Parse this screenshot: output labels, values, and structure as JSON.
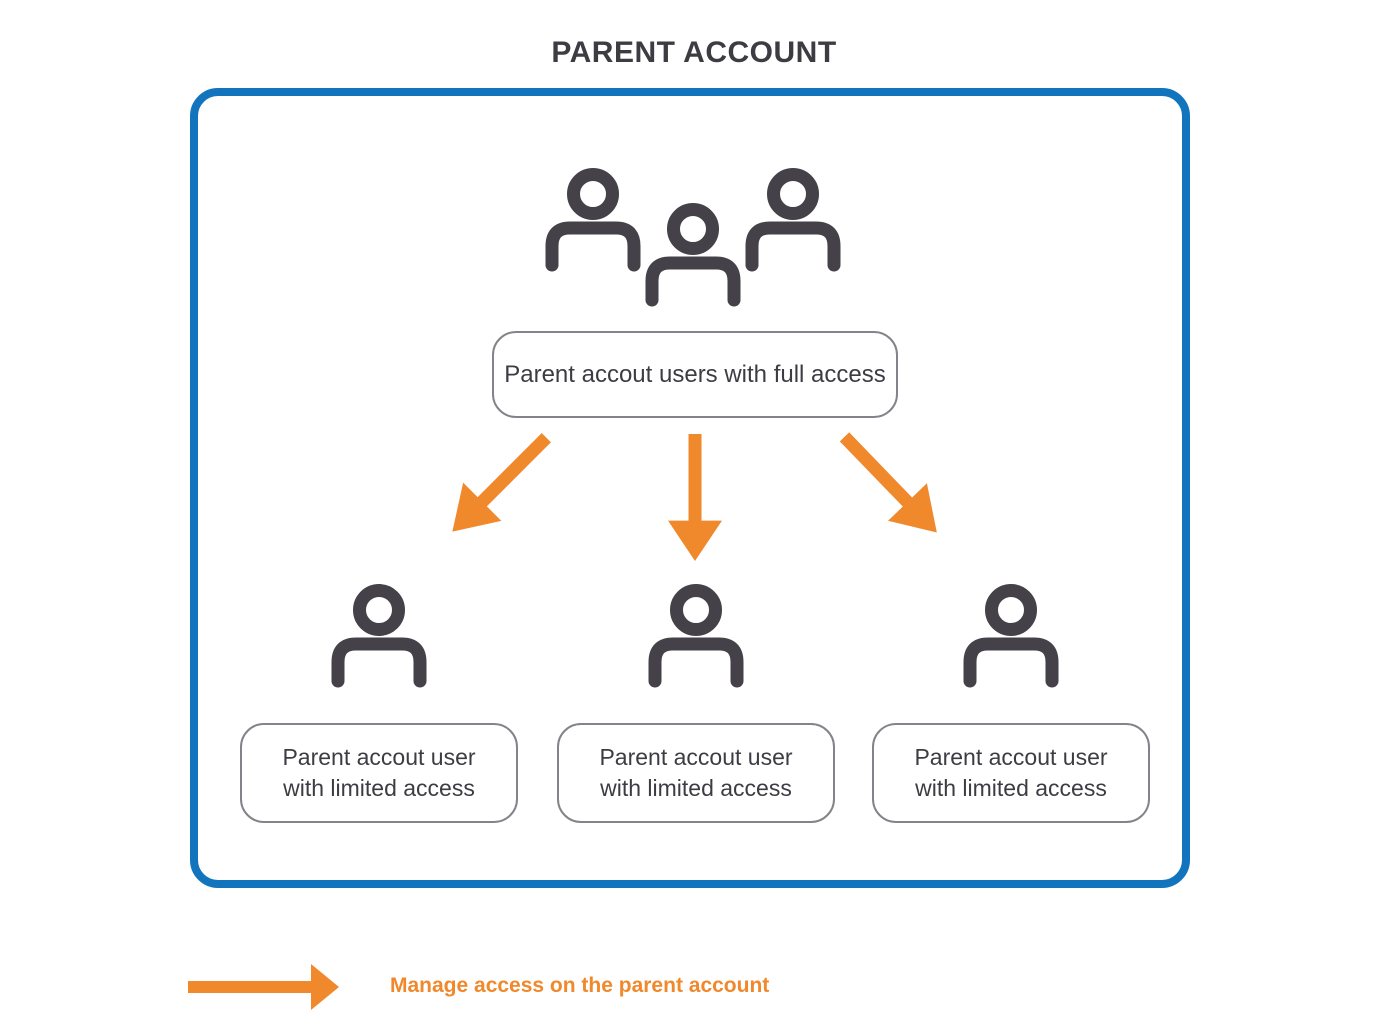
{
  "title": "PARENT ACCOUNT",
  "root_box": {
    "label": "Parent accout users with full access"
  },
  "child_boxes": [
    {
      "line1": "Parent accout user",
      "line2": "with limited access"
    },
    {
      "line1": "Parent accout user",
      "line2": "with limited access"
    },
    {
      "line1": "Parent accout user",
      "line2": "with limited access"
    }
  ],
  "legend": {
    "label": "Manage access on the parent account"
  },
  "icons": {
    "top_group": "users-group-icon",
    "child_user": "user-icon",
    "flow_arrow": "orange-arrow-icon",
    "legend_arrow": "right-arrow-icon"
  },
  "colors": {
    "accent_orange": "#F0882C",
    "frame_blue": "#1274BD",
    "icon_dark_gray": "#454149",
    "box_border_gray": "#85838A",
    "text_dark": "#3E3C43"
  }
}
